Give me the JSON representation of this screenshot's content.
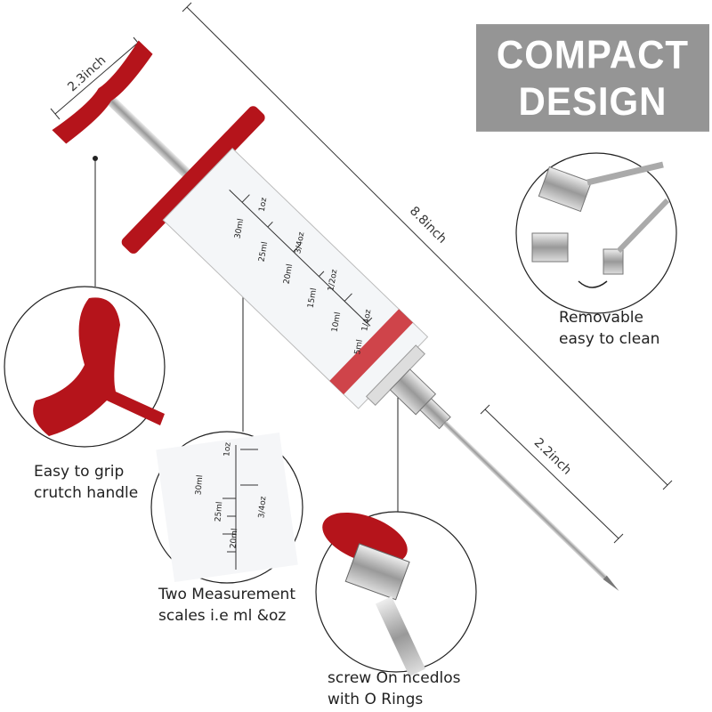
{
  "banner": {
    "line1": "COMPACT",
    "line2": "DESIGN",
    "color": "#959595"
  },
  "dimensions": {
    "width": "2.3inch",
    "length": "8.8inch",
    "needle": "2.2inch"
  },
  "callouts": {
    "handle": [
      "Easy to grip",
      "crutch handle"
    ],
    "scales": [
      "Two Measurement",
      "scales i.e ml &oz"
    ],
    "needle": [
      "screw On ncedlos",
      "with O Rings"
    ],
    "removable": [
      "Removable",
      "easy to clean"
    ]
  },
  "scale_ml": [
    "30ml",
    "25ml",
    "20ml",
    "15ml",
    "10ml",
    "5ml"
  ],
  "scale_oz": [
    "1oz",
    "3/4oz",
    "1/2oz",
    "1/4oz"
  ],
  "colors": {
    "plastic_red": "#b5141b",
    "steel": "#a8a8a8"
  }
}
